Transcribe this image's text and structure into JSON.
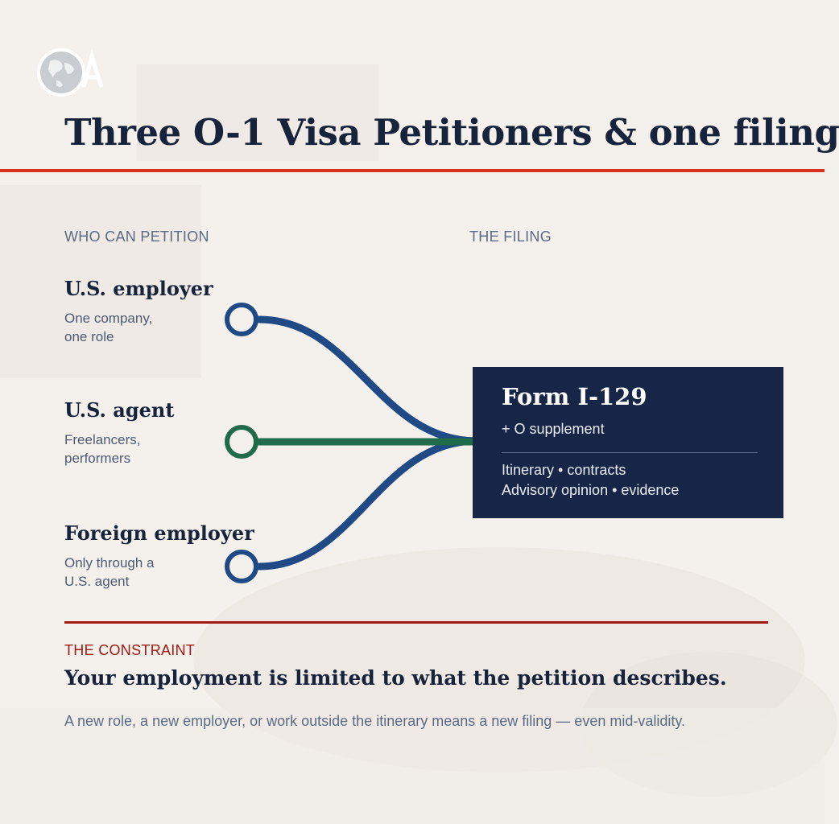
{
  "title": "Three O-1 Visa Petitioners & one filing",
  "columns": {
    "left_heading": "WHO CAN PETITION",
    "right_heading": "THE FILING"
  },
  "petitioners": [
    {
      "name": "U.S. employer",
      "desc_line1": "One company,",
      "desc_line2": "one role",
      "color": "#1f4a85"
    },
    {
      "name": "U.S. agent",
      "desc_line1": "Freelancers,",
      "desc_line2": "performers",
      "color": "#1f6b4a"
    },
    {
      "name": "Foreign employer",
      "desc_line1": "Only through a",
      "desc_line2": "U.S. agent",
      "color": "#1f4a85"
    }
  ],
  "filing": {
    "title": "Form I-129",
    "subtitle": "+ O supplement",
    "line1": "Itinerary • contracts",
    "line2": "Advisory opinion • evidence",
    "bg_color": "#172647"
  },
  "constraint": {
    "label": "THE CONSTRAINT",
    "headline": "Your employment is limited to what the petition describes.",
    "body": "A new role, a new employer, or work outside the itinerary means a new filing — even mid-validity."
  },
  "colors": {
    "accent_red": "#d9321e",
    "dark_red": "#a01a12",
    "navy": "#17223b"
  }
}
